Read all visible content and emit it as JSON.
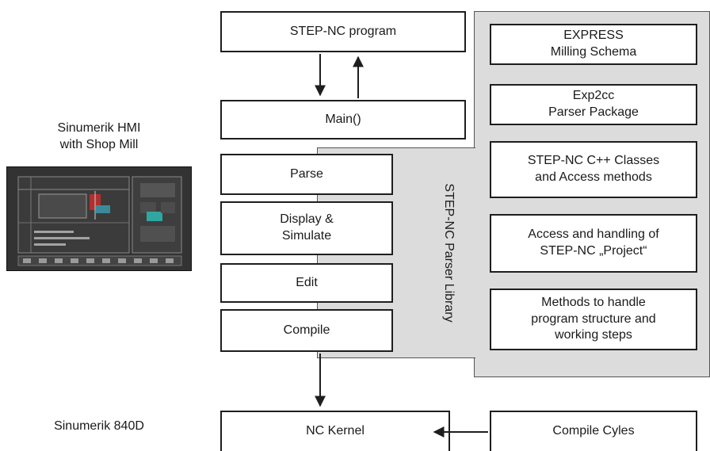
{
  "left_labels": {
    "hmi_caption": [
      "Sinumerik HMI",
      "with Shop Mill"
    ],
    "controller_caption": "Sinumerik 840D"
  },
  "program_column": {
    "step_nc_program": "STEP-NC program",
    "main": "Main()",
    "parse": "Parse",
    "display_simulate": [
      "Display &",
      "Simulate"
    ],
    "edit": "Edit",
    "compile": "Compile"
  },
  "parser_library": {
    "label": "STEP-NC Parser Library"
  },
  "library_components": [
    [
      "EXPRESS",
      "Milling Schema"
    ],
    [
      "Exp2cc",
      "Parser Package"
    ],
    [
      "STEP-NC C++ Classes",
      "and Access methods"
    ],
    [
      "Access and handling of",
      "STEP-NC „Project“"
    ],
    [
      "Methods to handle",
      "program structure and",
      "working steps"
    ]
  ],
  "bottom_row": {
    "nc_kernel": "NC Kernel",
    "compile_cycles": "Compile Cyles"
  },
  "colors": {
    "region_fill": "#dcdcdc",
    "box_border": "#1e1e1e",
    "screen_bg": "#2c2c2c"
  },
  "icons": {
    "hmi_screenshot": "cnc-hmi-screen-thumbnail"
  }
}
